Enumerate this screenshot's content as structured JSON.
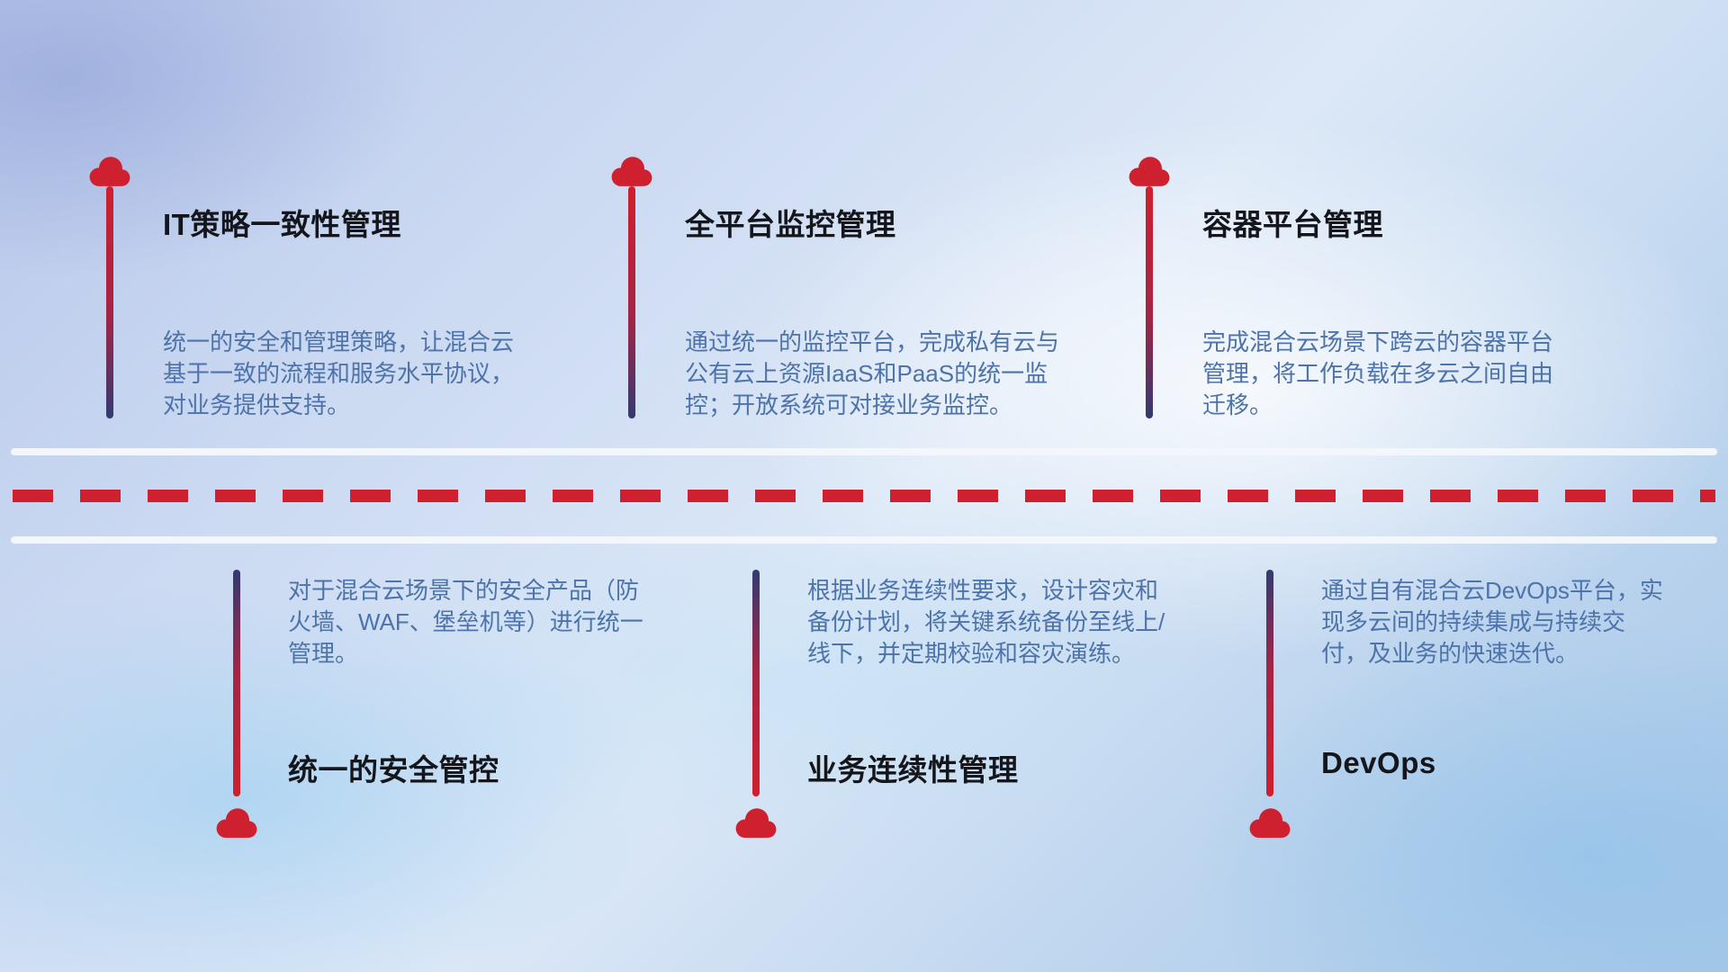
{
  "diagram": {
    "type": "timeline-infographic",
    "theme": "hybrid-cloud management capabilities",
    "colors": {
      "accent_red": "#ce202e",
      "stem_navy": "#323a72",
      "title_text": "#14161c",
      "description_text": "#4d73aa",
      "road_white": "#f3f6fa"
    }
  },
  "items": [
    {
      "position": "top",
      "title": "IT策略一致性管理",
      "desc": "统一的安全和管理策略，让混合云基于一致的流程和服务水平协议，对业务提供支持。"
    },
    {
      "position": "top",
      "title": "全平台监控管理",
      "desc": "通过统一的监控平台，完成私有云与公有云上资源IaaS和PaaS的统一监控；开放系统可对接业务监控。"
    },
    {
      "position": "top",
      "title": "容器平台管理",
      "desc": "完成混合云场景下跨云的容器平台管理，将工作负载在多云之间自由迁移。"
    },
    {
      "position": "bottom",
      "title": "统一的安全管控",
      "desc": "对于混合云场景下的安全产品（防火墙、WAF、堡垒机等）进行统一管理。"
    },
    {
      "position": "bottom",
      "title": "业务连续性管理",
      "desc": "根据业务连续性要求，设计容灾和备份计划，将关键系统备份至线上/线下，并定期校验和容灾演练。"
    },
    {
      "position": "bottom",
      "title": "DevOps",
      "desc": "通过自有混合云DevOps平台，实现多云间的持续集成与持续交付，及业务的快速迭代。"
    }
  ]
}
